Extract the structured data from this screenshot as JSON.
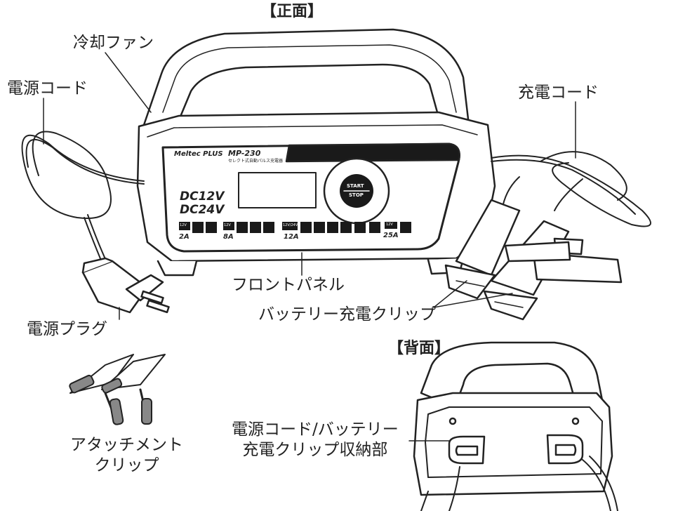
{
  "headers": {
    "front": "【正面】",
    "back": "【背面】"
  },
  "labels": {
    "cooling_fan": "冷却ファン",
    "power_cord": "電源コード",
    "charge_cord": "充電コード",
    "front_panel": "フロントパネル",
    "power_plug": "電源プラグ",
    "battery_clip": "バッテリー充電クリップ",
    "attachment_clip": [
      "アタッチメント",
      "クリップ"
    ],
    "storage": [
      "電源コード/バッテリー",
      "充電クリップ収納部"
    ]
  },
  "panel": {
    "brand": "Meltec PLUS",
    "model": "MP-230",
    "subtitle": "セレクト式自動パルス充電器",
    "voltage": [
      "DC12V",
      "DC24V"
    ],
    "start": "START",
    "stop": "STOP",
    "modes": [
      "2A",
      "8A",
      "12A",
      "25A"
    ],
    "mode_voltage": [
      "12V",
      "12V",
      "12V/24V",
      "12V"
    ]
  },
  "colors": {
    "line": "#222222",
    "fill": "#ffffff",
    "dark": "#1a1a1a"
  }
}
